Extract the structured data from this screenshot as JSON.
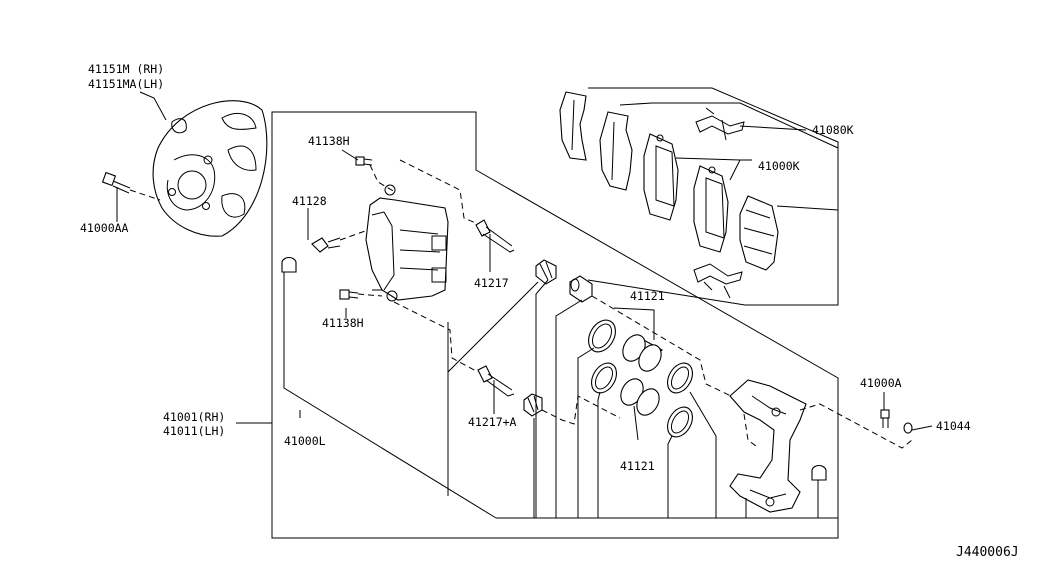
{
  "labels": {
    "shield_rh": "41151M (RH)",
    "shield_lh": "41151MA(LH)",
    "bolt_shield": "41000AA",
    "bolt_top": "41138H",
    "bleeder": "41128",
    "bolt_bottom": "41138H",
    "pin": "41217",
    "pin_a": "41217+A",
    "caliper_rh": "41001(RH)",
    "caliper_lh": "41011(LH)",
    "body": "41000L",
    "piston_seal_top": "41121",
    "piston_seal_bottom": "41121",
    "spring_kit": "41080K",
    "pad_kit": "41000K",
    "bracket_bolt": "41000A",
    "washer": "41044",
    "diagram_code": "J440006J"
  },
  "colors": {
    "ink": "#000000",
    "background": "#ffffff"
  }
}
